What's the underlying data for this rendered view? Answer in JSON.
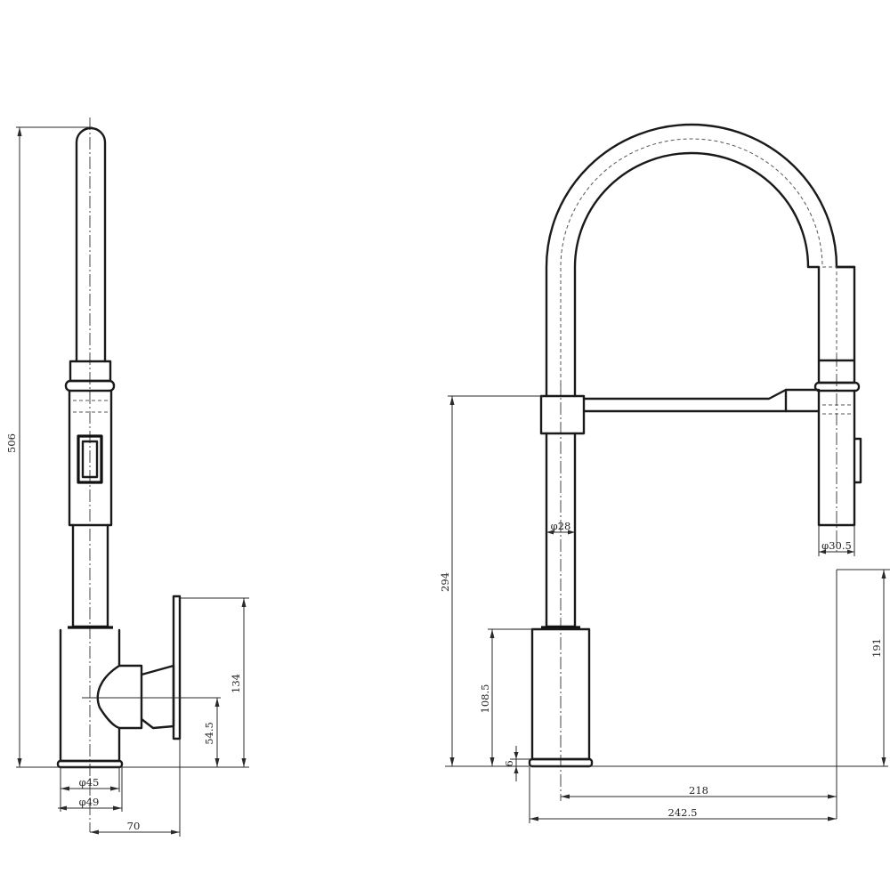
{
  "dimensions": {
    "total_height": "506",
    "body_height_side": "134",
    "handle_height": "54.5",
    "base_diameter_inner": "φ45",
    "base_diameter_outer": "φ49",
    "handle_depth": "70",
    "column_diameter": "φ28",
    "spray_head_diameter": "φ30.5",
    "spout_height": "294",
    "body_height_front": "108.5",
    "base_plate_thickness": "6",
    "spout_height_at_head": "191",
    "spout_reach_center": "218",
    "spout_reach_total": "242.5"
  }
}
